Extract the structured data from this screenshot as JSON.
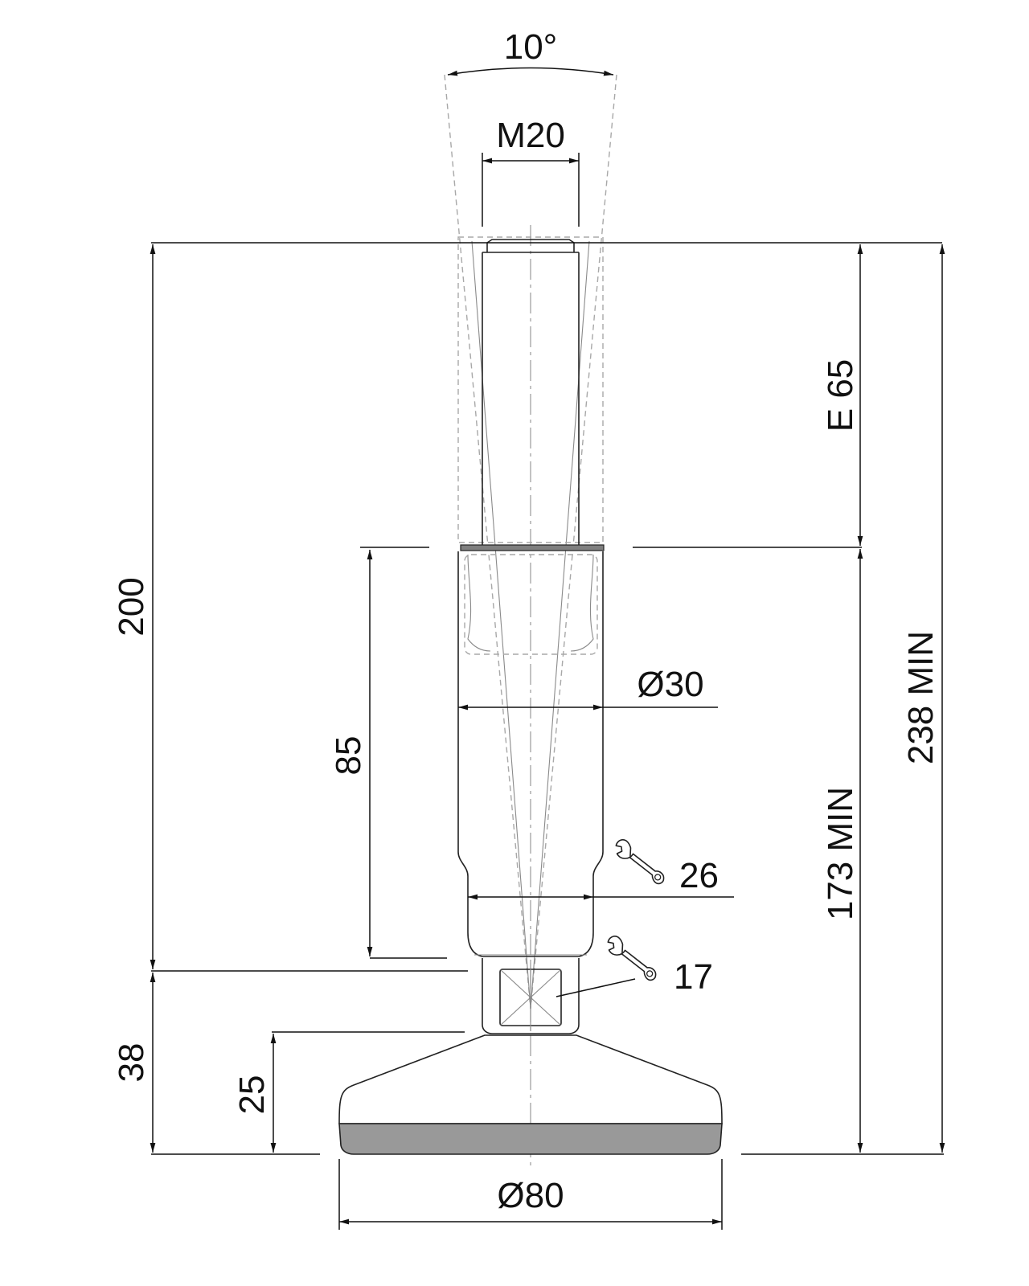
{
  "drawing": {
    "colors": {
      "line": "#222222",
      "hidden_line": "#a8a8a8",
      "pad_fill": "#999999",
      "nut_band": "#7f7f7f",
      "background": "#ffffff"
    },
    "dimensions": {
      "angle": "10°",
      "thread": "M20",
      "thread_length": "E 65",
      "height_total": "200",
      "max_height": "238 MIN",
      "body_height": "85",
      "body_diameter": "Ø30",
      "min_height": "173 MIN",
      "wrench_body": "26",
      "wrench_nut": "17",
      "base_height": "38",
      "pad_height": "25",
      "base_diameter": "Ø80"
    },
    "icons": [
      "wrench-icon",
      "wrench-icon"
    ]
  }
}
